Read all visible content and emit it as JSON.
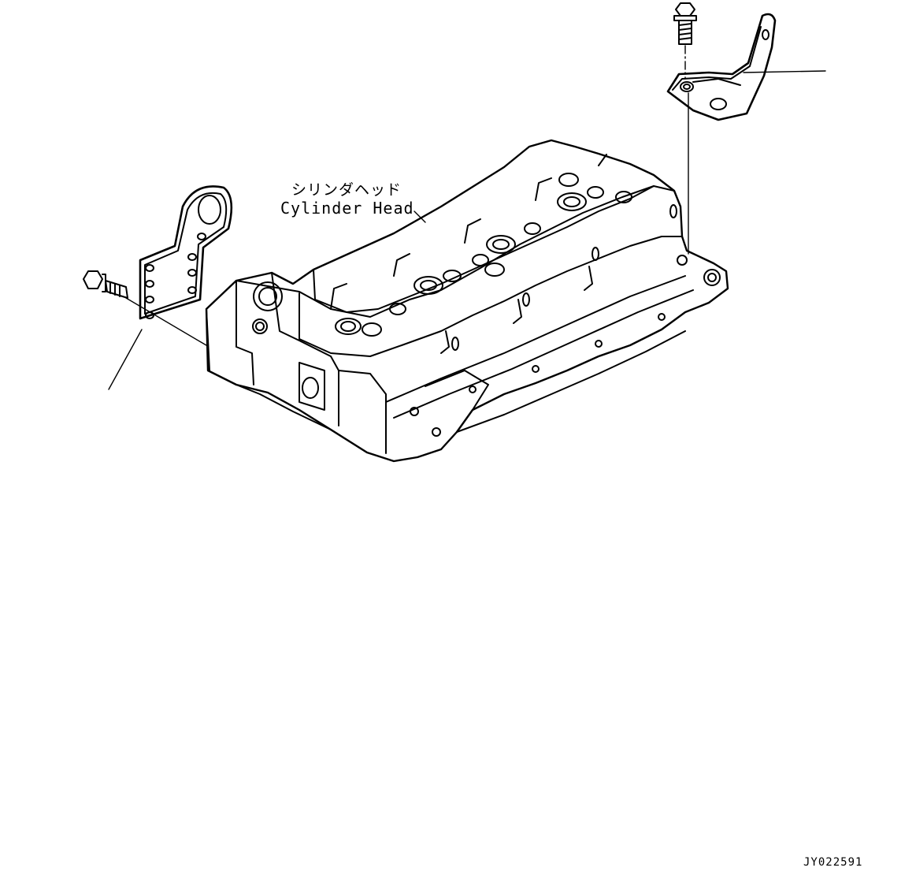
{
  "labels": {
    "part_name_jp": "シリンダヘッド",
    "part_name_en": "Cylinder Head",
    "drawing_code": "JY022591"
  },
  "colors": {
    "line": "#000000",
    "background": "#ffffff"
  },
  "parts": [
    {
      "name": "cylinder-head",
      "icon": "cylinder-head-drawing"
    },
    {
      "name": "front-lifting-bracket",
      "icon": "bracket-drawing"
    },
    {
      "name": "front-bracket-bolt",
      "icon": "bolt-drawing"
    },
    {
      "name": "rear-lifting-bracket",
      "icon": "bracket-drawing"
    },
    {
      "name": "rear-bracket-bolt",
      "icon": "bolt-drawing"
    }
  ]
}
